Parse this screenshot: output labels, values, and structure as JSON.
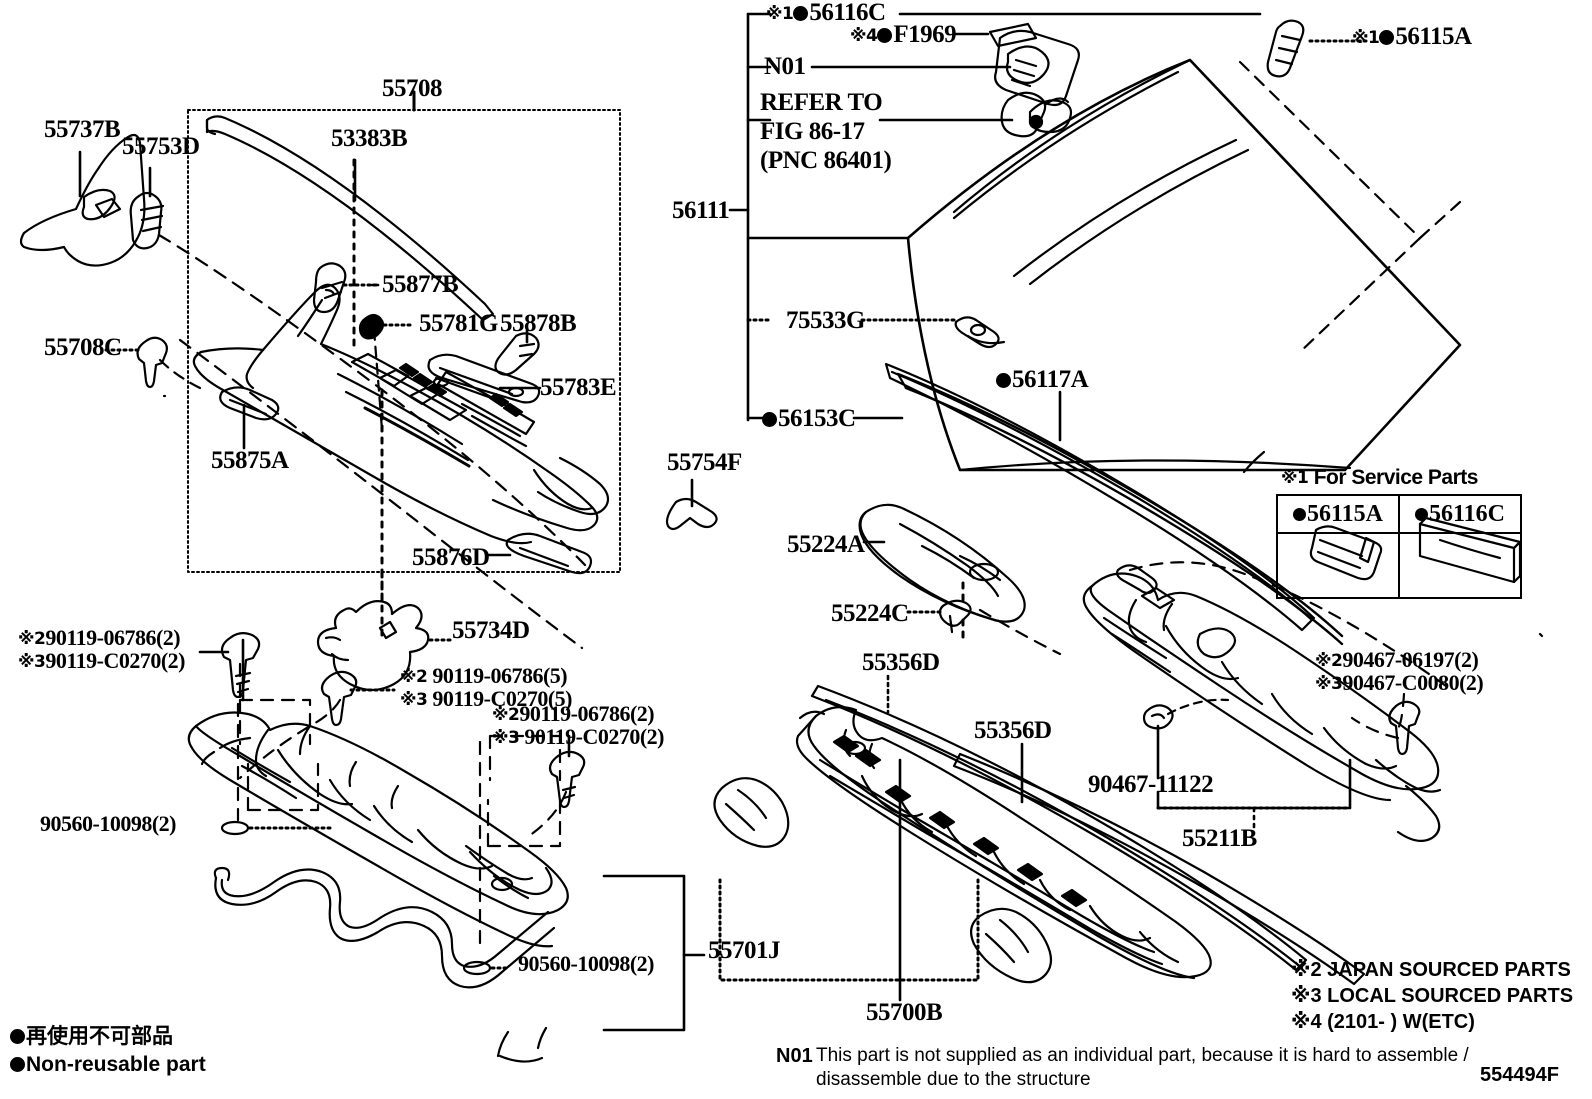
{
  "diagram": {
    "figure_code": "554494F",
    "left_group_label": "55708",
    "right_windshield_label": "56111",
    "labels": {
      "l_55737b": "55737B",
      "l_55753d": "55753D",
      "l_55708c": "55708C",
      "l_55708": "55708",
      "l_53383b": "53383B",
      "l_55877b": "55877B",
      "l_55781g": "55781G",
      "l_55878b": "55878B",
      "l_55783e": "55783E",
      "l_55875a": "55875A",
      "l_55876d": "55876D",
      "l_55754f": "55754F",
      "l_55734d": "55734D",
      "l_55701j": "55701J",
      "l_55224a": "55224A",
      "l_55224c": "55224C",
      "l_55356d_1": "55356D",
      "l_55356d_2": "55356D",
      "l_55700b": "55700B",
      "l_55211b": "55211B",
      "l_90467_11122": "90467-11122",
      "l_56116c": "56116C",
      "l_f1969": "F1969",
      "l_n01": "N01",
      "l_refer_1": "REFER TO",
      "l_refer_2": "FIG 86-17",
      "l_refer_3": "(PNC 86401)",
      "l_56115a": "56115A",
      "l_56111": "56111",
      "l_75533g": "75533G",
      "l_56153c": "56153C",
      "l_56117a": "56117A",
      "l_90560_10098_a": "90560-10098(2)",
      "l_90560_10098_b": "90560-10098(2)"
    },
    "fastener_callouts": [
      {
        "ref2": "※2",
        "part2": "90119-06786(2)",
        "ref3": "※3",
        "part3": "90119-C0270(2)"
      },
      {
        "ref2": "※2",
        "part2": "90119-06786(5)",
        "ref3": "※3",
        "part3": "90119-C0270(5)"
      },
      {
        "ref2": "※2",
        "part2": "90119-06786(2)",
        "ref3": "※3",
        "part3": "90119-C0270(2)"
      },
      {
        "ref2": "※2",
        "part2": "90467-06197(2)",
        "ref3": "※3",
        "part3": "90467-C0080(2)"
      }
    ],
    "marks": {
      "m1": "※1",
      "m2": "※2",
      "m3": "※3",
      "m4": "※4"
    },
    "service_parts_box": {
      "title": "※1 For Service Parts",
      "col1": "56115A",
      "col2": "56116C"
    },
    "legend": {
      "jp": "再使用不可部品",
      "en": "Non-reusable part"
    },
    "footnotes": {
      "n2": "※2 JAPAN SOURCED PARTS",
      "n3": "※3 LOCAL SOURCED PARTS",
      "n4": "※4 (2101-     ) W(ETC)",
      "n01_key": "N01",
      "n01_line1": "This part is not supplied as an individual part, because it is hard to assemble /",
      "n01_line2": "disassemble due to the structure"
    }
  }
}
